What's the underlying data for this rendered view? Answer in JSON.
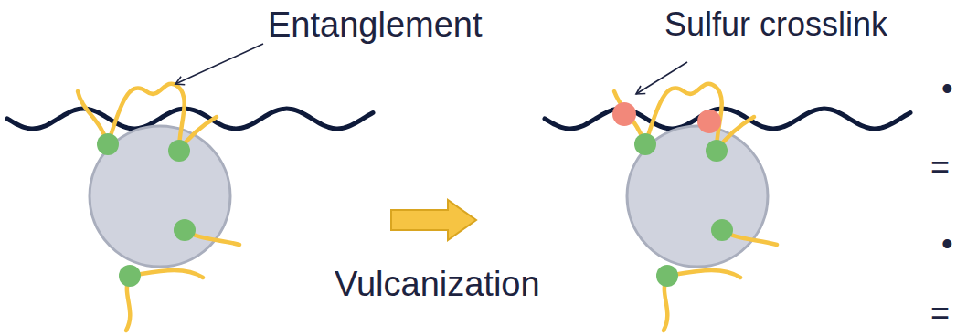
{
  "diagram": {
    "labels": [
      "Entanglement",
      "Sulfur crosslink",
      "Vulcanization",
      "•",
      "=",
      "•",
      "="
    ]
  }
}
